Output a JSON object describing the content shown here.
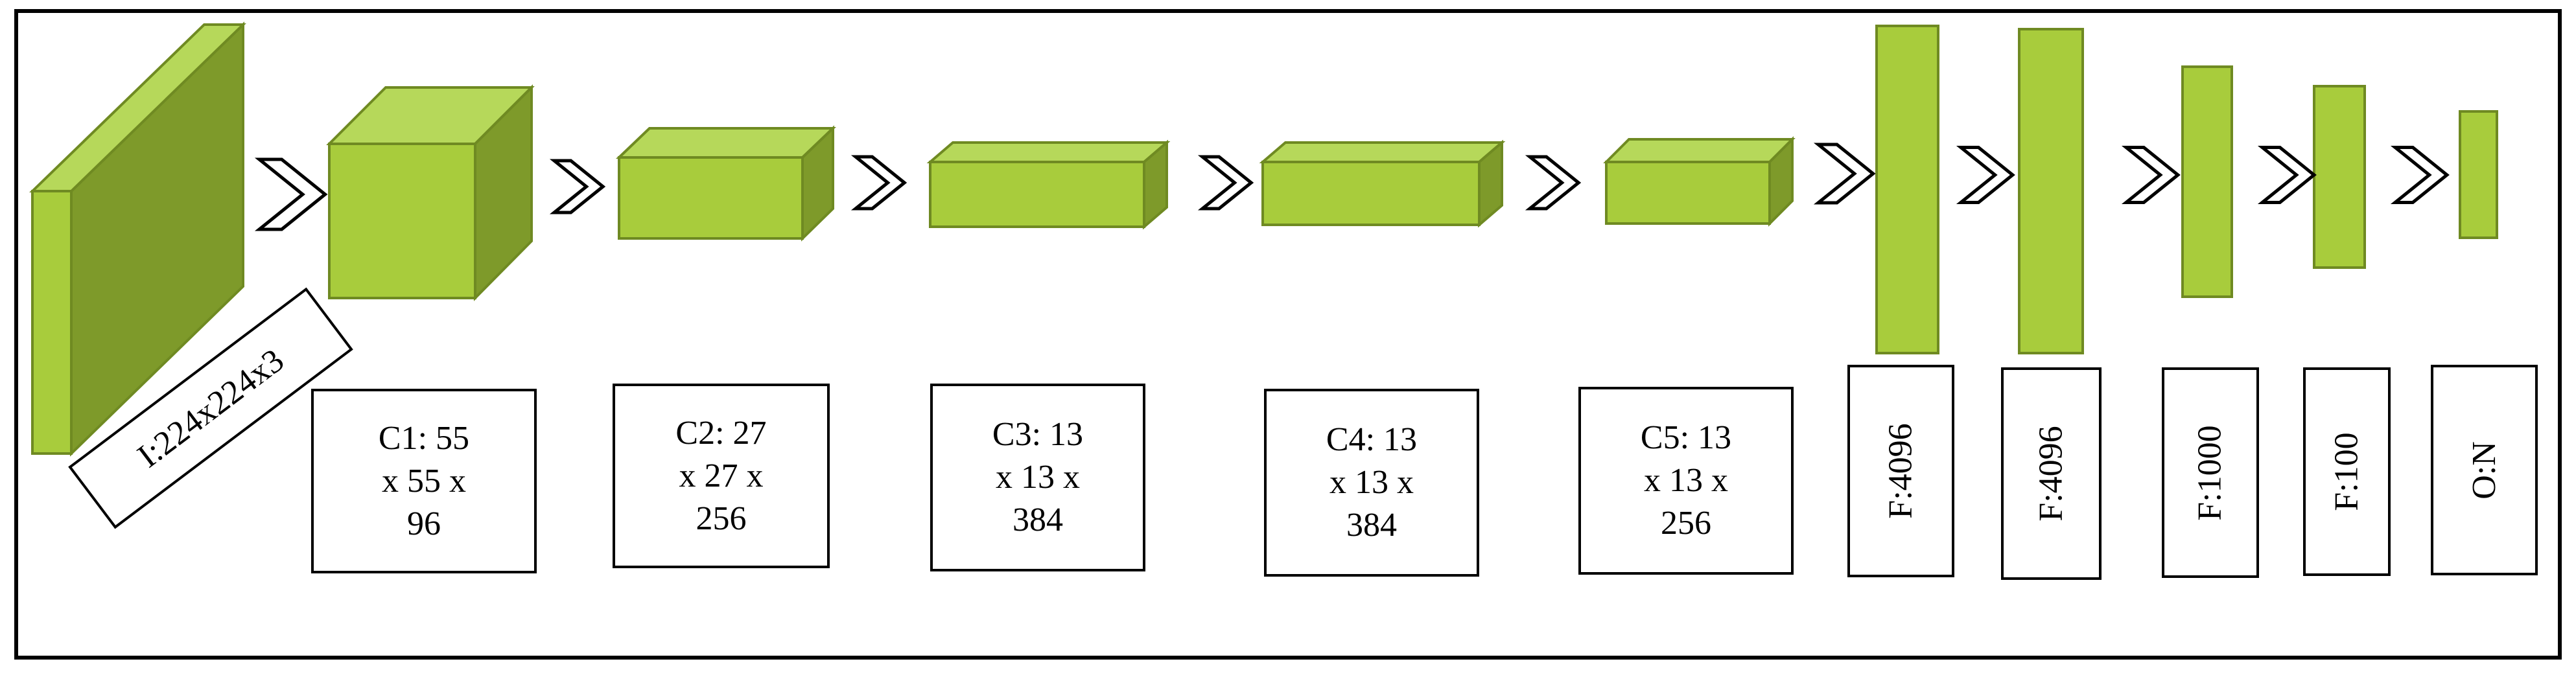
{
  "diagram": {
    "fill_light": "#a8cc3c",
    "fill_top": "#b6d85a",
    "fill_dark": "#7e9a2a",
    "stroke": "#6f8a22",
    "layers": [
      {
        "id": "input",
        "label": "I:224x224x3"
      },
      {
        "id": "conv1",
        "label": "C1: 55\nx 55 x\n96"
      },
      {
        "id": "conv2",
        "label": "C2:  27\nx 27 x\n256"
      },
      {
        "id": "conv3",
        "label": "C3:  13\nx 13 x\n384"
      },
      {
        "id": "conv4",
        "label": "C4:  13\nx 13 x\n384"
      },
      {
        "id": "conv5",
        "label": "C5:  13\nx 13 x\n256"
      },
      {
        "id": "fc1",
        "label": "F:4096"
      },
      {
        "id": "fc2",
        "label": "F:4096"
      },
      {
        "id": "fc3",
        "label": "F:1000"
      },
      {
        "id": "fc4",
        "label": "F:100"
      },
      {
        "id": "output",
        "label": "O:N"
      }
    ]
  }
}
